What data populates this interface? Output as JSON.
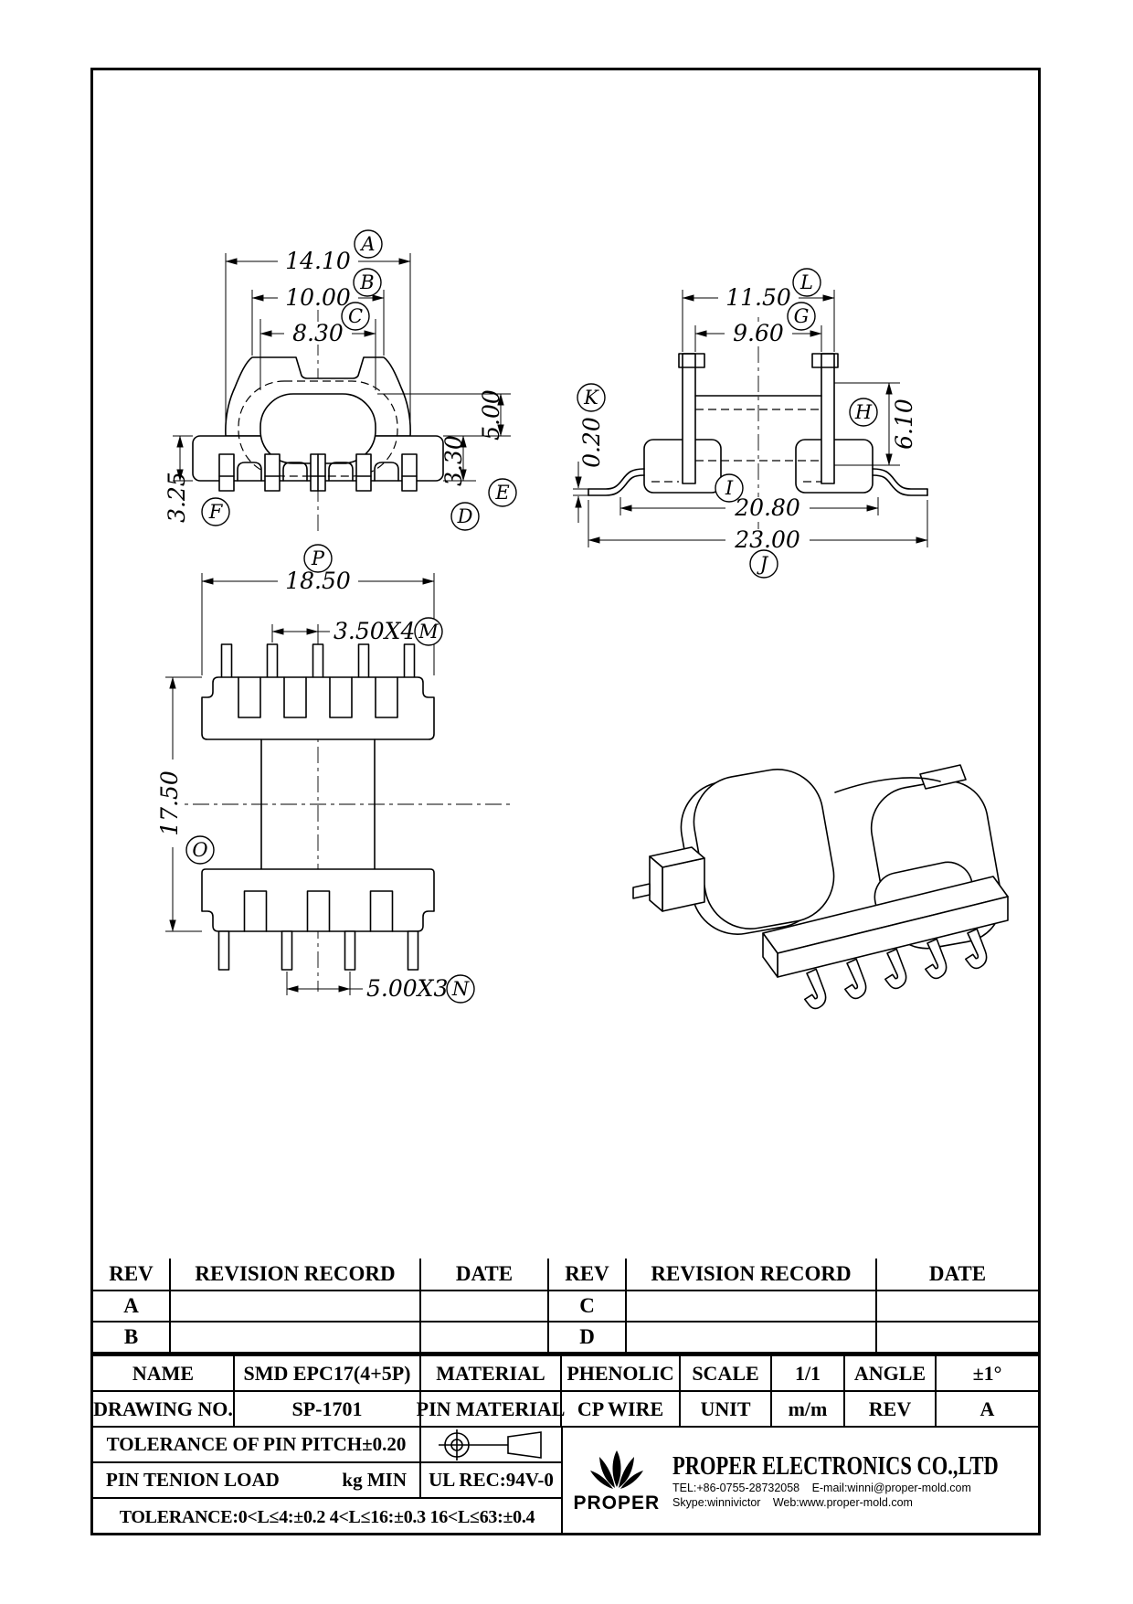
{
  "dims": {
    "a": {
      "letter": "A",
      "value": "14.10"
    },
    "b": {
      "letter": "B",
      "value": "10.00"
    },
    "c": {
      "letter": "C",
      "value": "8.30"
    },
    "d": {
      "letter": "D",
      "value": "3.30"
    },
    "e": {
      "letter": "E",
      "value": "5.00"
    },
    "f": {
      "letter": "F",
      "value": "3.25"
    },
    "g": {
      "letter": "G",
      "value": "9.60"
    },
    "h": {
      "letter": "H",
      "value": "6.10"
    },
    "i": {
      "letter": "I",
      "value": "20.80"
    },
    "j": {
      "letter": "J",
      "value": "23.00"
    },
    "k": {
      "letter": "K",
      "value": "0.20"
    },
    "l": {
      "letter": "L",
      "value": "11.50"
    },
    "m": {
      "letter": "M",
      "value": "3.50X4"
    },
    "n": {
      "letter": "N",
      "value": "5.00X3"
    },
    "o": {
      "letter": "O",
      "value": "17.50"
    },
    "p": {
      "letter": "P",
      "value": "18.50"
    }
  },
  "revision_table": {
    "headers": [
      "REV",
      "REVISION RECORD",
      "DATE",
      "REV",
      "REVISION RECORD",
      "DATE"
    ],
    "rows": [
      [
        "A",
        "",
        "",
        "C",
        "",
        ""
      ],
      [
        "B",
        "",
        "",
        "D",
        "",
        ""
      ]
    ]
  },
  "title_block": {
    "name_label": "NAME",
    "name_value": "SMD EPC17(4+5P)",
    "material_label": "MATERIAL",
    "material_value": "PHENOLIC",
    "scale_label": "SCALE",
    "scale_value": "1/1",
    "angle_label": "ANGLE",
    "angle_value": "±1°",
    "drawing_no_label": "DRAWING NO.",
    "drawing_no_value": "SP-1701",
    "pin_material_label": "PIN MATERIAL",
    "pin_material_value": "CP WIRE",
    "unit_label": "UNIT",
    "unit_value": "m/m",
    "rev_label": "REV",
    "rev_value": "A",
    "pin_pitch_tolerance": "TOLERANCE OF PIN PITCH±0.20",
    "pin_tension_label": "PIN TENION LOAD",
    "pin_tension_value": "kg MIN",
    "ul_rec": "UL REC:94V-0",
    "length_tolerance": "TOLERANCE:0<L≤4:±0.2  4<L≤16:±0.3  16<L≤63:±0.4"
  },
  "company": {
    "logo_text": "PROPER",
    "name": "PROPER ELECTRONICS CO.,LTD",
    "tel": "TEL:+86-0755-28732058",
    "email": "E-mail:winni@proper-mold.com",
    "skype": "Skype:winnivictor",
    "web": "Web:www.proper-mold.com"
  }
}
